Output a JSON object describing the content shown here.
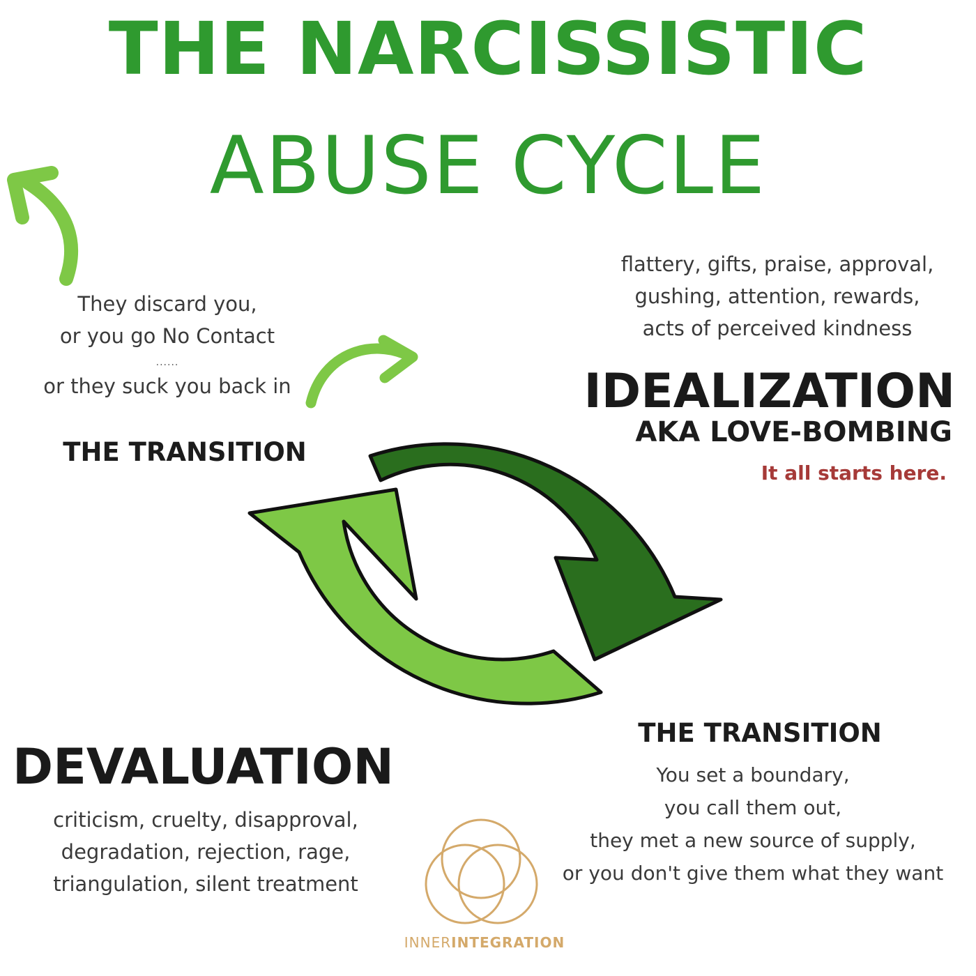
{
  "title": {
    "line1": "THE NARCISSISTIC",
    "line2": "ABUSE CYCLE"
  },
  "colors": {
    "title_green": "#2f9a2f",
    "dark_green": "#2a6e1e",
    "light_green": "#7ec846",
    "tagline_red": "#a63a38",
    "logo_gold": "#d4a96a"
  },
  "discard": {
    "line1": "They discard you,",
    "line2": "or you go No Contact",
    "separator": "......",
    "line3": "or they suck you back in"
  },
  "transition_top": {
    "heading": "THE TRANSITION"
  },
  "idealization": {
    "behaviors_line1": "flattery, gifts, praise, approval,",
    "behaviors_line2": "gushing, attention, rewards,",
    "behaviors_line3": "acts of perceived kindness",
    "heading": "IDEALIZATION",
    "subheading": "AKA LOVE-BOMBING",
    "tagline": "It all starts here."
  },
  "devaluation": {
    "heading": "DEVALUATION",
    "behaviors_line1": "criticism, cruelty, disapproval,",
    "behaviors_line2": "degradation, rejection, rage,",
    "behaviors_line3": "triangulation, silent treatment"
  },
  "transition_bottom": {
    "heading": "THE TRANSITION",
    "line1": "You set a boundary,",
    "line2": "you call them out,",
    "line3": "they met a new source of supply,",
    "line4": "or you don't give them what they want"
  },
  "logo": {
    "word1": "INNER",
    "word2": "INTEGRATION"
  }
}
